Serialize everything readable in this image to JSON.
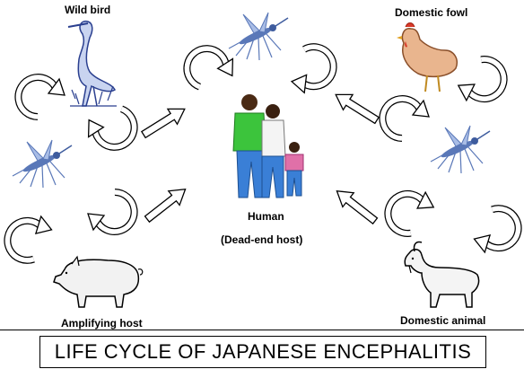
{
  "labels": {
    "wild_bird": "Wild bird",
    "domestic_fowl": "Domestic fowl",
    "human": "Human",
    "dead_end_host": "(Dead-end host)",
    "amplifying_host": "Amplifying host",
    "domestic_animal": "Domestic animal"
  },
  "title": "LIFE CYCLE OF JAPANESE ENCEPHALITIS",
  "colors": {
    "mosquito": "#5a78b8",
    "heron": "#2a3f8f",
    "hen": "#c9865a",
    "shirt_green": "#3cc43c",
    "jeans": "#3a7fd6",
    "child_shirt": "#e070a8"
  }
}
